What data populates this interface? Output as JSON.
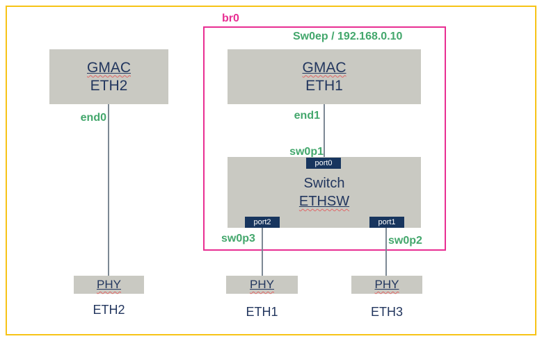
{
  "colors": {
    "frame_yellow": "#f7c316",
    "bridge_magenta": "#e82e92",
    "node_gray": "#c9c9c2",
    "text_navy": "#22365e",
    "label_green": "#43a76c",
    "port_navy": "#17355e",
    "line_gray": "#7c8894",
    "squiggle_red": "#e06666"
  },
  "bridge": {
    "label": "br0",
    "annotation": "Sw0ep / 192.168.0.10"
  },
  "nodes": {
    "gmac_left": {
      "title": "GMAC",
      "subtitle": "ETH2"
    },
    "gmac_right": {
      "title": "GMAC",
      "subtitle": "ETH1"
    },
    "switch": {
      "title": "Switch",
      "subtitle": "ETHSW"
    },
    "phy_left": {
      "label": "PHY",
      "caption": "ETH2"
    },
    "phy_mid": {
      "label": "PHY",
      "caption": "ETH1"
    },
    "phy_right": {
      "label": "PHY",
      "caption": "ETH3"
    }
  },
  "ports": {
    "port0": "port0",
    "port1": "port1",
    "port2": "port2"
  },
  "interfaces": {
    "end0": "end0",
    "end1": "end1",
    "sw0p1": "sw0p1",
    "sw0p2": "sw0p2",
    "sw0p3": "sw0p3"
  }
}
